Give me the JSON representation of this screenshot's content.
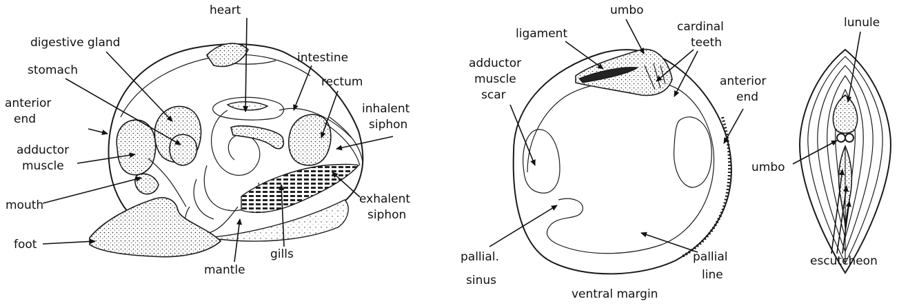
{
  "internal_anatomy": {
    "labels": {
      "heart": "heart",
      "digestive_gland": "digestive gland",
      "intestine": "intestine",
      "stomach": "stomach",
      "rectum": "rectum",
      "anterior_end_1": "anterior",
      "anterior_end_2": "end",
      "inhalent_siphon_1": "inhalent",
      "inhalent_siphon_2": "siphon",
      "adductor_muscle_1": "adductor",
      "adductor_muscle_2": "muscle",
      "mouth": "mouth",
      "exhalent_siphon_1": "exhalent",
      "exhalent_siphon_2": "siphon",
      "foot": "foot",
      "gills": "gills",
      "mantle": "mantle"
    }
  },
  "shell_interior": {
    "labels": {
      "umbo": "umbo",
      "ligament": "ligament",
      "cardinal_teeth_1": "cardinal",
      "cardinal_teeth_2": "teeth",
      "adductor_scar_1": "adductor",
      "adductor_scar_2": "muscle",
      "adductor_scar_3": "scar",
      "anterior_end_1": "anterior",
      "anterior_end_2": "end",
      "pallial_sinus_1": "pallial.",
      "pallial_sinus_2": "sinus",
      "pallial_line_1": "pallial",
      "pallial_line_2": "line",
      "ventral_margin": "ventral margin"
    }
  },
  "shell_dorsal": {
    "labels": {
      "lunule": "lunule",
      "umbo": "umbo",
      "escutcheon": "escutcheon"
    }
  }
}
